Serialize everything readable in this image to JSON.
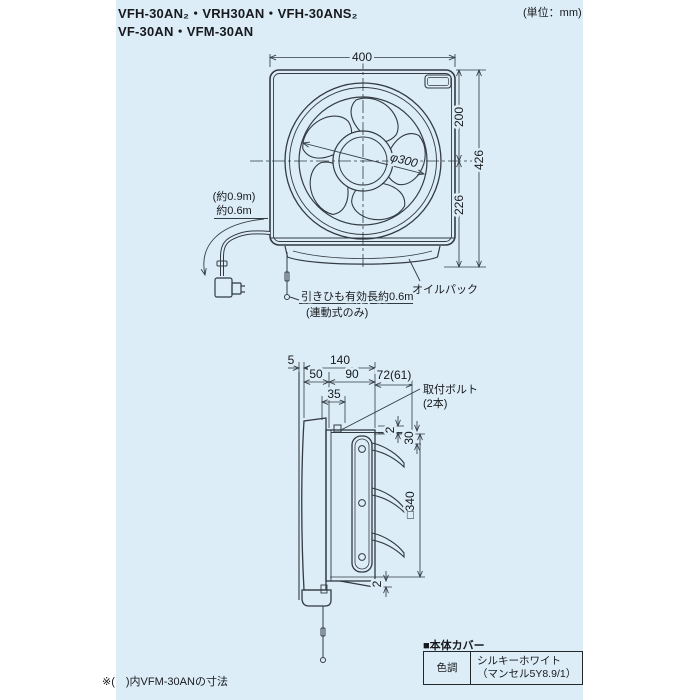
{
  "header": {
    "models_line1": "VFH-30AN₂・VRH30AN・VFH-30ANS₂",
    "models_line2": "VF-30AN・VFM-30AN",
    "unit_note": "(単位：mm)"
  },
  "front_view": {
    "dim_width": "400",
    "dim_upper": "200",
    "dim_total_height": "426",
    "dim_lower": "226",
    "dim_fan_diameter": "φ300",
    "cord_length_alt": "(約0.9m)",
    "cord_length": "約0.6m",
    "pull_cord_note": "引きひも有効長約0.6m",
    "pull_cord_note_sub": "(連動式のみ)",
    "oil_pack_label": "オイルパック"
  },
  "side_view": {
    "dim_gap": "5",
    "dim_depth_total": "140",
    "dim_50": "50",
    "dim_90": "90",
    "dim_protrusion": "72(61)",
    "dim_35": "35",
    "bolt_label": "取付ボルト",
    "bolt_count": "(2本)",
    "dim_2_top": "2",
    "dim_30": "30",
    "dim_square": "□340",
    "dim_2_bottom": "2"
  },
  "cover_table": {
    "title": "■本体カバー",
    "row_header": "色調",
    "value_line1": "シルキーホワイト",
    "value_line2": "（マンセル5Y8.9/1）"
  },
  "footer": {
    "note": "※(　)内VFM-30ANの寸法"
  },
  "colors": {
    "panel_bg": "#dcedf8",
    "line": "#333a42",
    "text": "#17191d"
  }
}
